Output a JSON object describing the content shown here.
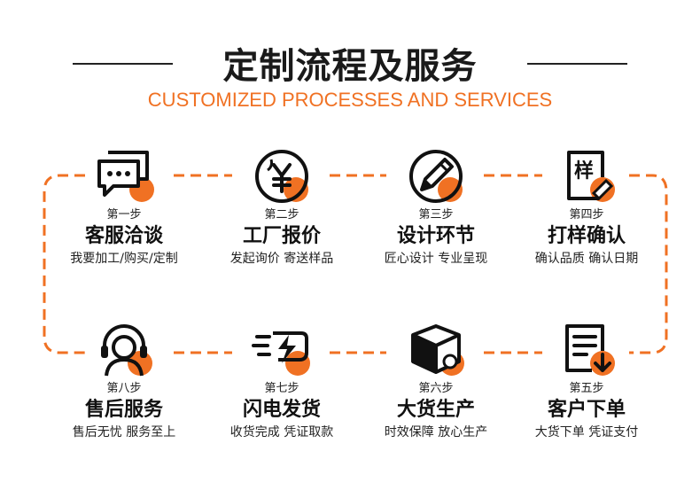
{
  "header": {
    "title": "定制流程及服务",
    "subtitle": "CUSTOMIZED PROCESSES AND SERVICES"
  },
  "colors": {
    "accent": "#f07123",
    "text": "#111111"
  },
  "steps": [
    {
      "num": "第一步",
      "name": "客服洽谈",
      "desc": "我要加工/购买/定制",
      "icon": "chat-bubbles-icon"
    },
    {
      "num": "第二步",
      "name": "工厂报价",
      "desc": "发起询价 寄送样品",
      "icon": "yuan-coin-icon"
    },
    {
      "num": "第三步",
      "name": "设计环节",
      "desc": "匠心设计 专业呈现",
      "icon": "pencil-edit-icon"
    },
    {
      "num": "第四步",
      "name": "打样确认",
      "desc": "确认品质 确认日期",
      "icon": "sample-document-icon",
      "icon_text": "样"
    },
    {
      "num": "第五步",
      "name": "客户下单",
      "desc": "大货下单 凭证支付",
      "icon": "order-document-icon"
    },
    {
      "num": "第六步",
      "name": "大货生产",
      "desc": "时效保障 放心生产",
      "icon": "box-gear-icon"
    },
    {
      "num": "第七步",
      "name": "闪电发货",
      "desc": "收货完成 凭证取款",
      "icon": "fast-delivery-icon"
    },
    {
      "num": "第八步",
      "name": "售后服务",
      "desc": "售后无忧 服务至上",
      "icon": "headset-service-icon"
    }
  ]
}
